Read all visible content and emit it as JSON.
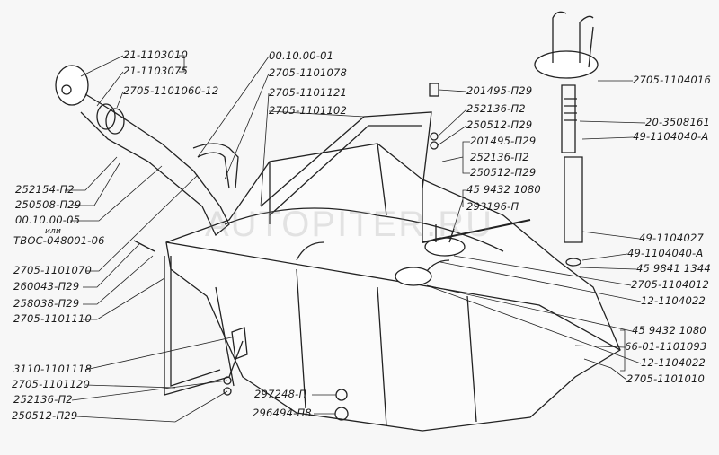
{
  "watermark": "AUTOPITER.RU",
  "labels": {
    "filler_cap": "21-1103010",
    "cap_gasket": "21-1103075",
    "filler_pipe": "2705-1101060-12",
    "vent_hose": "00.10.00-01",
    "hose_2": "2705-1101078",
    "bracket_1": "2705-1101121",
    "bracket_2": "2705-1101102",
    "bolt_a": "201495-П29",
    "washer_a": "252136-П2",
    "nut_a": "250512-П29",
    "bolt_b": "201495-П29",
    "washer_b": "252136-П2",
    "nut_b": "250512-П29",
    "gasket_sender": "45 9432 1080",
    "screw_sender": "293196-П",
    "fuel_intake": "2705-1104016",
    "spring": "20-3508161",
    "filter_ring_top": "49-1104040-А",
    "filter": "49-1104027",
    "filter_ring_bottom": "49-1104040-А",
    "pin": "45 9841 1344",
    "intake_assembly": "2705-1104012",
    "gasket_1": "12-1104022",
    "gasket_2": "45 9432 1080",
    "sender": "66-01-1101093",
    "gasket_3": "12-1104022",
    "tank": "2705-1101010",
    "clamp_washer": "252154-П2",
    "clamp_nut": "250508-П29",
    "hose_clamp": "00.10.00-05",
    "or_text": "или",
    "hose_clamp_alt": "ТВОС-048001-06",
    "strap_pin": "2705-1101070",
    "washer_pin": "260043-П29",
    "cotter_pin": "258038-П29",
    "strap": "2705-1101110",
    "strap_bracket": "3110-1101118",
    "strap_pad": "2705-1101120",
    "strap_washer": "252136-П2",
    "strap_nut": "250512-П29",
    "drain_gasket": "297248-П",
    "drain_plug": "296494-П8"
  }
}
